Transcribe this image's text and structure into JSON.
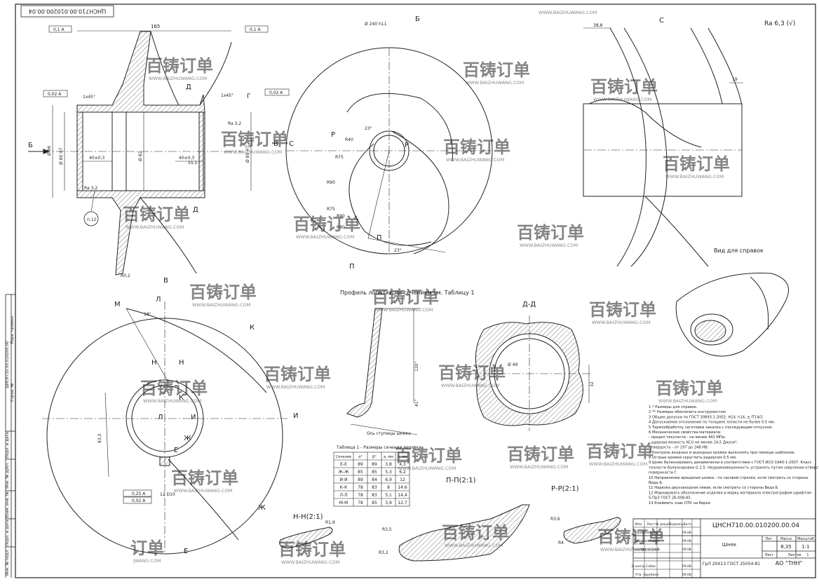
{
  "corner_code": "ЦНСН710.00.010200.00.04",
  "roughness": "Ra 6,3 (√)",
  "view_labels": {
    "b": "Б",
    "v": "В",
    "c": "С",
    "dd": "Д-Д",
    "pp": "П-П(2:1)",
    "rr": "Р-Р(2:1)",
    "nn": "Н-Н(2:1)",
    "ref_view": "Вид для справок",
    "profile_title": "Профиль лопатки по сечениям см. Таблицу 1",
    "hub_axis": "Ось ступицы шнека"
  },
  "dims": {
    "d165": "165",
    "d40a": "40±0,3",
    "d40b": "40±0,3",
    "d555": "55,5",
    "d96": "Ø 96",
    "d80": "Ø 80 H7",
    "d82": "Ø 82",
    "d240": "Ø 240 h11",
    "r40": "R40",
    "r75": "R75",
    "r90": "R90",
    "r90b": "R90",
    "r75b": "R75",
    "r80": "R80",
    "a23": "23°",
    "a38": "38,8",
    "d19": "19",
    "d120": "120°",
    "d41": "41°",
    "d49": "Ø 49",
    "d32": "32",
    "d833": "83,3",
    "a18": "18°",
    "r02": "R0,2",
    "r19": "R1,9",
    "r35": "R3,5",
    "r32": "R3,2",
    "r36": "R3,6",
    "r4": "R4",
    "d12": "12 D10",
    "gr": "Г",
    "ch1": "1х45°",
    "ch2": "1х45°",
    "tol1": "0,1 А",
    "tol2": "0,1 А",
    "tol3": "0,02 А",
    "tol4": "0,02 А",
    "tol5": "0,25 А",
    "tol6": "0,02 А",
    "ra32a": "Ra 3,2",
    "ra32b": "Ra 3,2",
    "balloon": "п.12"
  },
  "section_letters": {
    "d": "Д",
    "p": "П",
    "r": "Р",
    "m": "М",
    "l": "Л",
    "k": "К",
    "n": "Н",
    "i": "И",
    "zh": "Ж",
    "e": "Е"
  },
  "table1": {
    "title": "Таблица 1 - Размеры сечения лопатки",
    "headers": [
      "Сечение",
      "α°",
      "β°",
      "a, мм",
      "b, мм"
    ],
    "rows": [
      [
        "Е-Е",
        "89",
        "89",
        "3,8",
        "4,3"
      ],
      [
        "Ж-Ж",
        "85",
        "85",
        "5,3",
        "6,2"
      ],
      [
        "И-И",
        "89",
        "84",
        "6,9",
        "12"
      ],
      [
        "К-К",
        "78",
        "83",
        "8",
        "14,6"
      ],
      [
        "Л-Л",
        "78",
        "83",
        "5,1",
        "14,4"
      ],
      [
        "М-М",
        "78",
        "85",
        "3,9",
        "12,7"
      ]
    ]
  },
  "notes": [
    "1 * Размеры для справок.",
    "2 ** Размеры обеспечить инструментом.",
    "3 Общие допуски по ГОСТ 30893.1-2002: H14, h14, ± IT14/2.",
    "4 Допускаемое отклонение по толщине лопасти не более 0,5 мм.",
    "5 Термообработку заготовки закалка с последующим отпуском.",
    "6 Механические свойства материала:",
    "- предел текучести - не менее 441 МПа;",
    "- ударная вязкость KCU не менее 24,5 Дж/см²;",
    "- твердость - от 197 до 248 HB.",
    "7 Контроль входных и выходных кромок выполнять при помощи шаблонов.",
    "8 Острые кромки скруглить радиусом 0,5 мм.",
    "9 Шнек балансировать динамически в соответствии с ГОСТ ИСО 1940-1-2007. Класс",
    "точности балансировки G 2,5. Неуравновешенность устранять путем сверления отверстий на",
    "поверхности Г.",
    "10 Направление вращения шнека - по часовой стрелке, если смотреть со стороны",
    "Вида Б.",
    "11 Нарезка двухзаходная левая, если смотреть со стороны Вида Б.",
    "12 Маркировать обозначение изделия и марку материала электрографом шрифтом",
    "5-Пр3 ГОСТ 26.008-85.",
    "13 Клеймить знак ОТК на бирке."
  ],
  "title_block": {
    "designation": "ЦНСН710.00.010200.00.04",
    "name": "Шнек",
    "material": "ГрЛ 20Х13 ГОСТ 25054-81",
    "company": "АО \"ТНН\"",
    "lit_label": "Лит.",
    "mass_label": "Масса",
    "scale_label": "Масштаб",
    "mass": "8,35",
    "scale": "1:1",
    "sheet_label": "Лист",
    "sheets_label": "Листов",
    "sheets_count": "1",
    "rows": [
      [
        "Изм.",
        "Лист",
        "№ докум.",
        "Подпись",
        "Дата"
      ],
      [
        "Разраб.",
        "Лебедев",
        "",
        "",
        "09.08."
      ],
      [
        "Пров.",
        "Баландин",
        "",
        "",
        "09.08."
      ],
      [
        "Т.контр.",
        "Капинский",
        "",
        "",
        "09.08."
      ],
      [
        "",
        "",
        "",
        "",
        ""
      ],
      [
        "Н.контр.",
        "Собко",
        "",
        "",
        "09.08."
      ],
      [
        "Утв.",
        "Зарубина",
        "",
        "",
        "09.08."
      ]
    ]
  },
  "left_strip": [
    "Перв. примен.",
    "ЦНСН710.00.010200.00",
    "Справ. №",
    "Подп. и дата",
    "Инв. № дубл.",
    "Взам. инв. №",
    "Подп. и дата",
    "Инв. № подл."
  ],
  "watermark": {
    "brand": "百铸订单",
    "url": "WWW.BAIZHUWANG.COM",
    "partial_brand": "订单",
    "partial_url": "JWANG.COM"
  },
  "colors": {
    "line": "#222222",
    "hatch": "#555555",
    "watermark": "#e03b3b"
  }
}
